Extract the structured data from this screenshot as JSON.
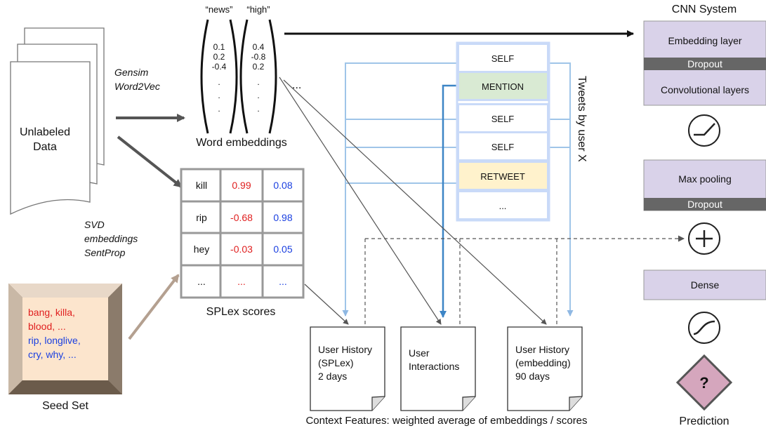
{
  "word_embeddings": {
    "news_header": "“news”",
    "high_header": "“high”",
    "news_values": [
      "0.1",
      "0.2",
      "-0.4",
      ".",
      ".",
      "."
    ],
    "high_values": [
      "0.4",
      "-0.8",
      "0.2",
      ".",
      ".",
      "."
    ],
    "ellipsis": "...",
    "caption": "Word embeddings"
  },
  "unlabeled_data": {
    "line1": "Unlabeled",
    "line2": "Data"
  },
  "gensim": {
    "line1": "Gensim",
    "line2": "Word2Vec"
  },
  "svd": {
    "line1": "SVD",
    "line2": "embeddings",
    "line3": "SentProp"
  },
  "seed_set": {
    "red_lines": [
      "bang, killa,",
      "blood, ..."
    ],
    "blue_lines": [
      "rip, longlive,",
      "cry, why, ..."
    ],
    "caption": "Seed Set"
  },
  "splex": {
    "rows": [
      [
        "kill",
        "0.99",
        "0.08"
      ],
      [
        "rip",
        "-0.68",
        "0.98"
      ],
      [
        "hey",
        "-0.03",
        "0.05"
      ],
      [
        "...",
        "...",
        "..."
      ]
    ],
    "caption": "SPLex scores"
  },
  "tweets": {
    "items": [
      "SELF",
      "MENTION",
      "SELF",
      "SELF",
      "RETWEET",
      "..."
    ],
    "label": "Tweets by user X",
    "colors": {
      "mention": "#d9ead3",
      "retweet": "#fff2cc",
      "border": "#c9daf8"
    }
  },
  "context_docs": [
    {
      "lines": [
        "User History",
        "(SPLex)",
        "2 days"
      ]
    },
    {
      "lines": [
        "User",
        "Interactions"
      ]
    },
    {
      "lines": [
        "User History",
        "(embedding)",
        "90 days"
      ]
    }
  ],
  "context_caption": "Context Features: weighted average of embeddings / scores",
  "cnn": {
    "title": "CNN System",
    "embedding_layer": "Embedding layer",
    "dropout1": "Dropout",
    "conv_layers": "Convolutional layers",
    "max_pooling": "Max pooling",
    "dropout2": "Dropout",
    "dense": "Dense",
    "prediction_mark": "?",
    "prediction_label": "Prediction",
    "colors": {
      "layer": "#d9d2e9",
      "dropout": "#666666",
      "prediction": "#d5a6bd"
    }
  }
}
